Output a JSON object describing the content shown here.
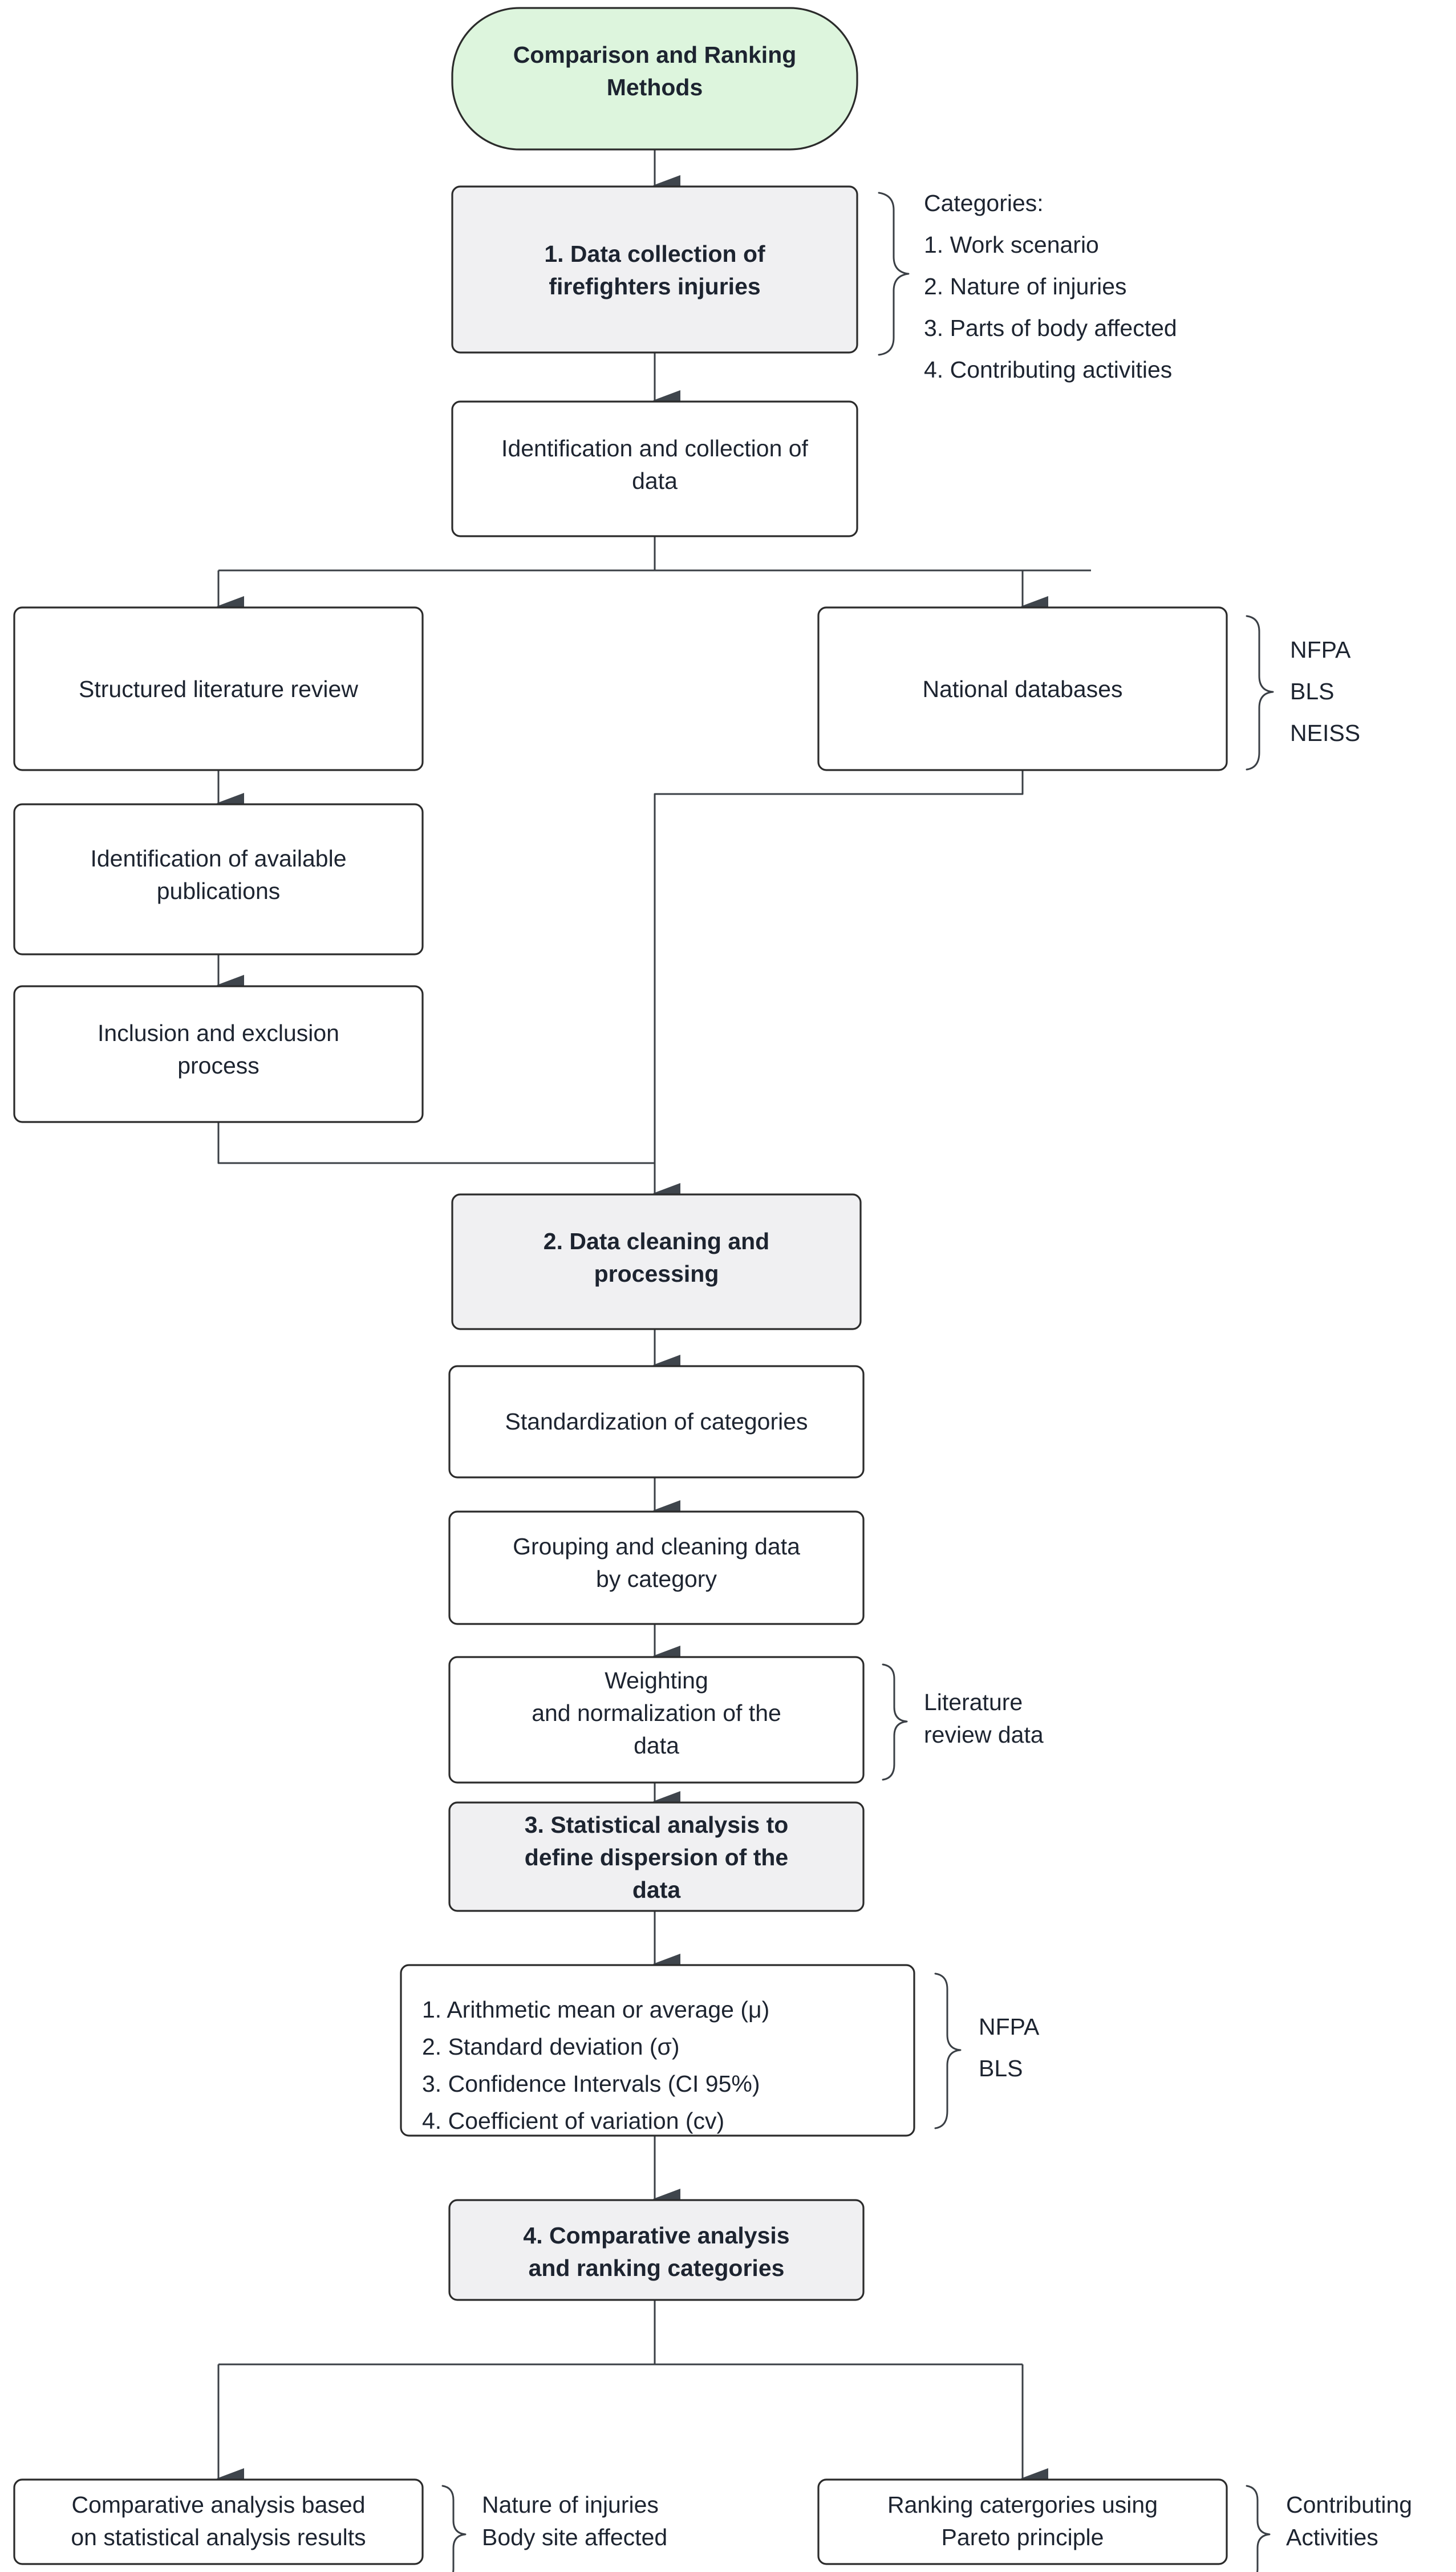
{
  "diagram": {
    "title": "Comparison and Ranking Methods flowchart",
    "colors": {
      "start_fill": "#ddf5dd",
      "step_fill": "#f0f0f2",
      "plain_fill": "#ffffff",
      "stroke": "#2b2b2b",
      "edge": "#3a3f45",
      "text": "#1d2430"
    },
    "nodes": {
      "start": {
        "line1": "Comparison and Ranking",
        "line2": "Methods"
      },
      "step1": {
        "line1": "1. Data collection of",
        "line2": "firefighters injuries"
      },
      "identification": {
        "line1": "Identification and collection of",
        "line2": "data"
      },
      "literature_review": {
        "line1": "Structured literature review"
      },
      "national_databases": {
        "line1": "National databases"
      },
      "available_publications": {
        "line1": "Identification of available",
        "line2": "publications"
      },
      "inclusion_exclusion": {
        "line1": "Inclusion and exclusion",
        "line2": "process"
      },
      "step2": {
        "line1": "2.  Data cleaning and",
        "line2": "processing"
      },
      "standardization": {
        "line1": "Standardization of categories"
      },
      "grouping": {
        "line1": "Grouping and cleaning data",
        "line2": "by category"
      },
      "weighting": {
        "line1": "Weighting",
        "line2": "and normalization of the",
        "line3": "data"
      },
      "step3": {
        "line1": "3. Statistical analysis to",
        "line2": "define dispersion of the",
        "line3": "data"
      },
      "statistics_list": {
        "items": [
          "1.  Arithmetic mean or average (μ)",
          "2.  Standard deviation (σ)",
          "3.  Confidence Intervals (CI 95%)",
          "4.  Coefficient of variation (cv)"
        ]
      },
      "step4": {
        "line1": "4. Comparative analysis",
        "line2": "and ranking categories"
      },
      "comparative_analysis": {
        "line1": "Comparative analysis based",
        "line2": "on statistical analysis results"
      },
      "pareto_ranking": {
        "line1": "Ranking catergories using",
        "line2": "Pareto principle"
      }
    },
    "annotations": {
      "categories": {
        "heading": "Categories:",
        "items": [
          "1. Work scenario",
          "2. Nature of injuries",
          "3. Parts of body affected",
          "4. Contributing activities"
        ]
      },
      "databases": {
        "items": [
          "NFPA",
          "BLS",
          "NEISS"
        ]
      },
      "literature_review_data": {
        "items": [
          "Literature",
          "review data"
        ]
      },
      "stats_sources": {
        "items": [
          "NFPA",
          "BLS"
        ]
      },
      "comparative_tags": {
        "items": [
          "Nature of injuries",
          "Body site affected"
        ]
      },
      "ranking_tags": {
        "items": [
          "Contributing",
          "Activities"
        ]
      }
    }
  }
}
